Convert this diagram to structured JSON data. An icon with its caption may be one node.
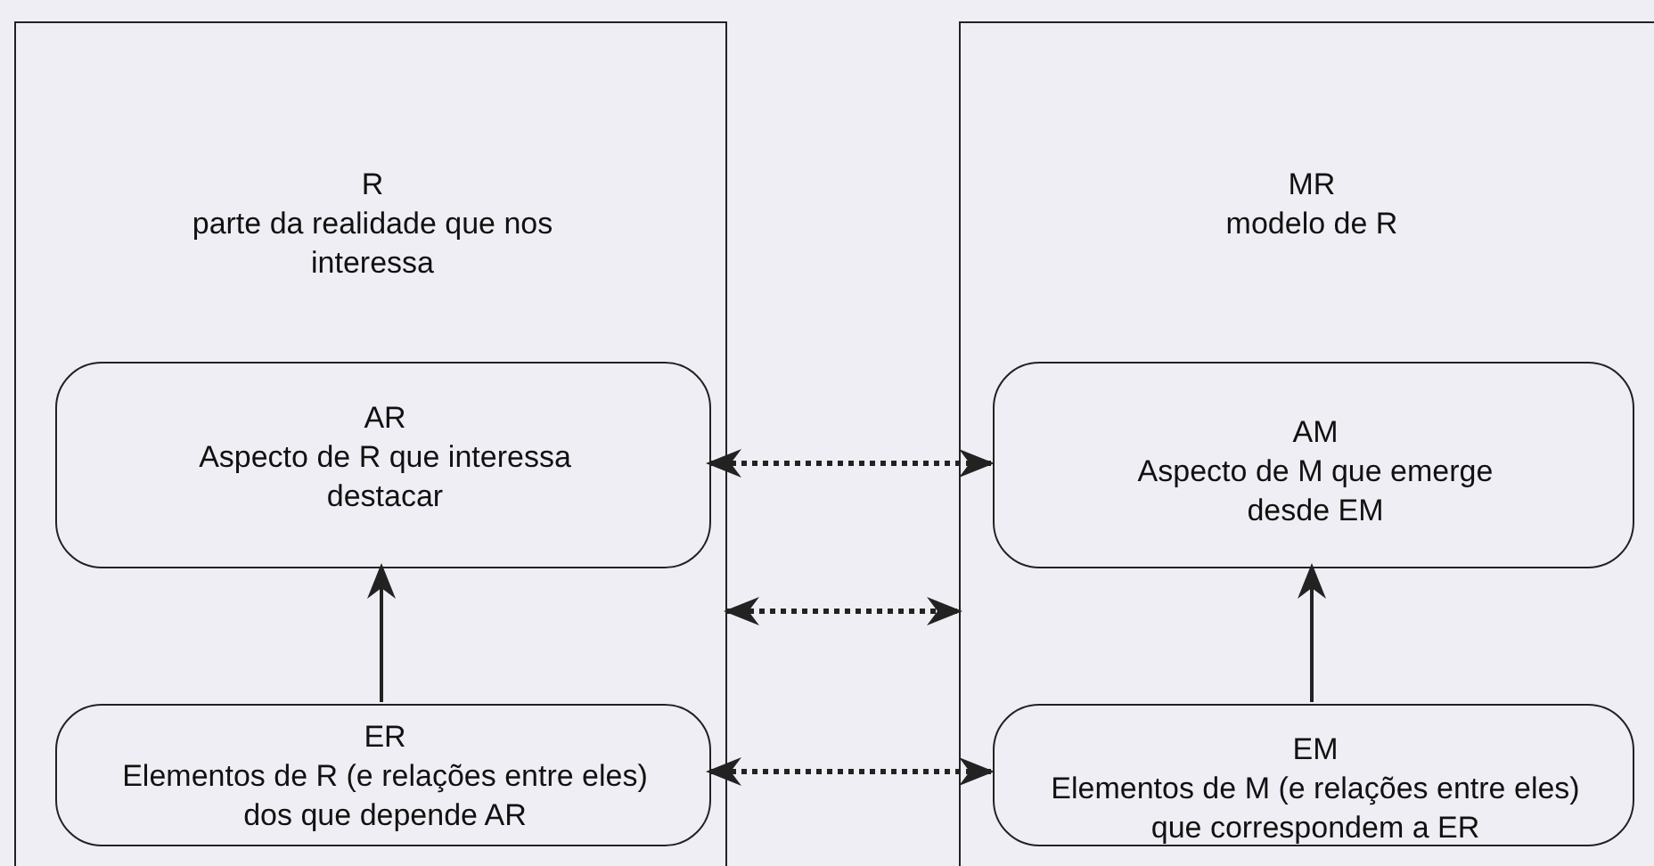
{
  "diagram": {
    "nodes": [
      {
        "text": [
          "R",
          "parte da realidade que nos interessa"
        ]
      },
      {
        "text": [
          "AR",
          "Aspecto de R que interessa destacar"
        ],
        "in": 0
      },
      {
        "text": [
          "ER",
          "Elementos de R (e relações entre eles) dos que depende AR"
        ],
        "in": 0
      },
      {
        "text": [
          "MR",
          "modelo de R"
        ]
      },
      {
        "text": [
          "AM",
          "Aspecto de M que emerge desde EM"
        ],
        "in": 3
      },
      {
        "text": [
          "EM",
          "Elementos de M (e relações entre eles) que correspondem a ER"
        ],
        "in": 3
      }
    ],
    "edges": [
      {
        "from": 2,
        "to": 1,
        "arrow": "to"
      },
      {
        "from": 5,
        "to": 4,
        "arrow": "to"
      },
      {
        "from": 1,
        "to": 4,
        "arrow": "both",
        "style": "dashed"
      },
      {
        "from": 0,
        "to": 3,
        "arrow": "both",
        "style": "dashed"
      },
      {
        "from": 2,
        "to": 5,
        "arrow": "both",
        "style": "dashed"
      }
    ]
  }
}
